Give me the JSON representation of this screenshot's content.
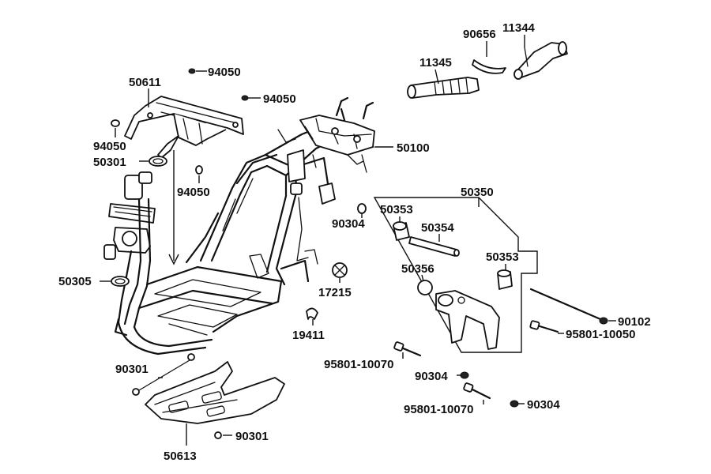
{
  "labels": {
    "p50611": "50611",
    "p94050a": "94050",
    "p94050b": "94050",
    "p94050c": "94050",
    "p94050d": "94050",
    "p50301": "50301",
    "p50305": "50305",
    "p50100": "50100",
    "p11345": "11345",
    "p90656": "90656",
    "p11344": "11344",
    "p50350": "50350",
    "p50353a": "50353",
    "p50354": "50354",
    "p50356": "50356",
    "p50353b": "50353",
    "p90304a": "90304",
    "p17215": "17215",
    "p19411": "19411",
    "p90102": "90102",
    "p95801a": "95801-10050",
    "p95801b": "95801-10070",
    "p90304b": "90304",
    "p95801c": "95801-10070",
    "p90304c": "90304",
    "p90301a": "90301",
    "p90301b": "90301",
    "p50613": "50613"
  }
}
